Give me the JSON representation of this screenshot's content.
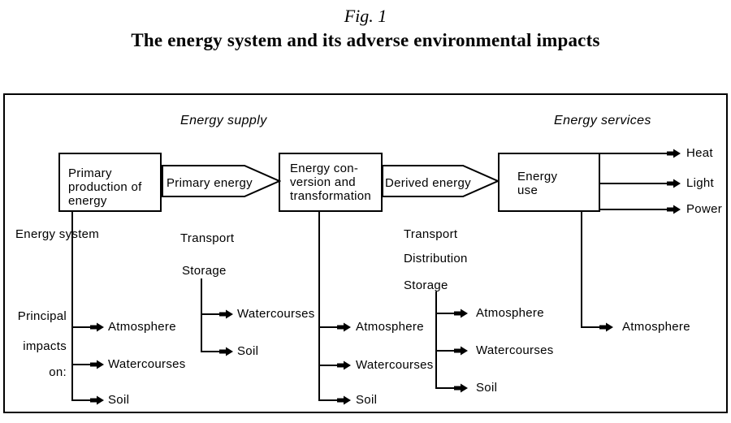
{
  "title": {
    "fig": "Fig. 1",
    "main": "The energy system and its adverse environmental impacts"
  },
  "diagram": {
    "section_labels": {
      "supply": "Energy supply",
      "services": "Energy services"
    },
    "boxes": {
      "primary": {
        "lines": [
          "Primary",
          "production of",
          "energy"
        ]
      },
      "conversion": {
        "lines": [
          "Energy con-",
          "version and",
          "transformation"
        ]
      },
      "use": {
        "lines": [
          "Energy",
          "use"
        ]
      }
    },
    "flow_arrows": {
      "primary_energy": "Primary energy",
      "derived_energy": "Derived energy"
    },
    "outputs": [
      "Heat",
      "Light",
      "Power"
    ],
    "left_labels": {
      "energy_system": "Energy system",
      "principal": "Principal",
      "impacts": "impacts",
      "on": "on:"
    },
    "stage_labels": {
      "mid": [
        "Transport",
        "Storage"
      ],
      "right": [
        "Transport",
        "Distribution",
        "Storage"
      ]
    },
    "impact_trees": {
      "production": [
        "Atmosphere",
        "Watercourses",
        "Soil"
      ],
      "transport1": [
        "Watercourses",
        "Soil"
      ],
      "conversion": [
        "Atmosphere",
        "Watercourses",
        "Soil"
      ],
      "transport2": [
        "Atmosphere",
        "Watercourses",
        "Soil"
      ],
      "use": [
        "Atmosphere"
      ]
    }
  }
}
